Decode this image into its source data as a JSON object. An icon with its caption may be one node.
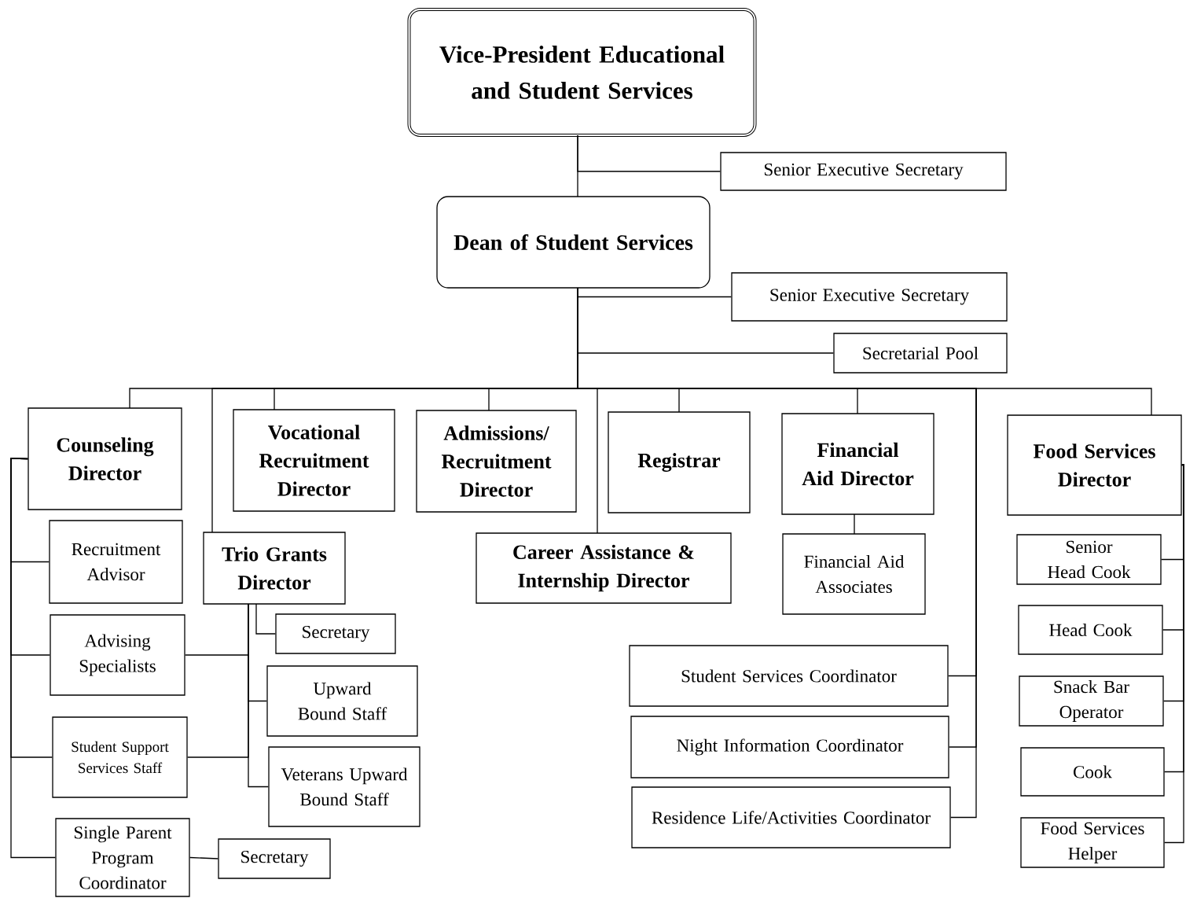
{
  "diagram": {
    "nodes": [
      {
        "text": [
          "Vice-President Educational and Student Services"
        ]
      },
      {
        "text": [
          "Senior Executive Secretary"
        ]
      },
      {
        "text": [
          "Dean of Student Services"
        ]
      },
      {
        "text": [
          "Senior Executive Secretary"
        ]
      },
      {
        "text": [
          "Secretarial Pool"
        ]
      },
      {
        "text": [
          "Counseling Director"
        ]
      },
      {
        "text": [
          "Vocational Recruitment Director"
        ]
      },
      {
        "text": [
          "Admissions/ Recruitment Director"
        ]
      },
      {
        "text": [
          "Registrar"
        ]
      },
      {
        "text": [
          "Financial Aid Director"
        ]
      },
      {
        "text": [
          "Food Services Director"
        ]
      },
      {
        "text": [
          "Recruitment Advisor"
        ]
      },
      {
        "text": [
          "Trio Grants Director"
        ]
      },
      {
        "text": [
          "Career Assistance & Internship Director"
        ]
      },
      {
        "text": [
          "Financial Aid Associates"
        ]
      },
      {
        "text": [
          "Senior Head Cook"
        ]
      },
      {
        "text": [
          "Advising Specialists"
        ]
      },
      {
        "text": [
          "Secretary"
        ]
      },
      {
        "text": [
          "Upward Bound Staff"
        ]
      },
      {
        "text": [
          "Student Services Coordinator"
        ]
      },
      {
        "text": [
          "Head Cook"
        ]
      },
      {
        "text": [
          "Night Information Coordinator"
        ]
      },
      {
        "text": [
          "Snack Bar Operator"
        ]
      },
      {
        "text": [
          "Student Support Services Staff"
        ]
      },
      {
        "text": [
          "Veterans Upward Bound Staff"
        ]
      },
      {
        "text": [
          "Cook"
        ]
      },
      {
        "text": [
          "Residence Life/Activities Coordinator"
        ]
      },
      {
        "text": [
          "Single Parent Program Coordinator"
        ]
      },
      {
        "text": [
          "Secretary"
        ]
      },
      {
        "text": [
          "Food Services Helper"
        ]
      }
    ],
    "edges": [
      {
        "from": 0,
        "to": 1,
        "arrow": "none"
      },
      {
        "from": 0,
        "to": 2,
        "arrow": "none"
      },
      {
        "from": 2,
        "to": 3,
        "arrow": "none"
      },
      {
        "from": 2,
        "to": 4,
        "arrow": "none"
      },
      {
        "from": 2,
        "to": 5,
        "arrow": "none"
      },
      {
        "from": 2,
        "to": 6,
        "arrow": "none"
      },
      {
        "from": 2,
        "to": 7,
        "arrow": "none"
      },
      {
        "from": 2,
        "to": 8,
        "arrow": "none"
      },
      {
        "from": 2,
        "to": 9,
        "arrow": "none"
      },
      {
        "from": 2,
        "to": 10,
        "arrow": "none"
      },
      {
        "from": 2,
        "to": 12,
        "arrow": "none"
      },
      {
        "from": 2,
        "to": 13,
        "arrow": "none"
      },
      {
        "from": 2,
        "to": 19,
        "arrow": "none"
      },
      {
        "from": 2,
        "to": 21,
        "arrow": "none"
      },
      {
        "from": 2,
        "to": 26,
        "arrow": "none"
      },
      {
        "from": 5,
        "to": 11,
        "arrow": "none"
      },
      {
        "from": 5,
        "to": 16,
        "arrow": "none"
      },
      {
        "from": 5,
        "to": 23,
        "arrow": "none"
      },
      {
        "from": 5,
        "to": 27,
        "arrow": "none"
      },
      {
        "from": 12,
        "to": 17,
        "arrow": "none"
      },
      {
        "from": 12,
        "to": 18,
        "arrow": "none"
      },
      {
        "from": 12,
        "to": 24,
        "arrow": "none"
      },
      {
        "from": 12,
        "to": 16,
        "arrow": "none"
      },
      {
        "from": 12,
        "to": 23,
        "arrow": "none"
      },
      {
        "from": 27,
        "to": 28,
        "arrow": "none"
      },
      {
        "from": 9,
        "to": 14,
        "arrow": "none"
      },
      {
        "from": 10,
        "to": 15,
        "arrow": "none"
      },
      {
        "from": 10,
        "to": 20,
        "arrow": "none"
      },
      {
        "from": 10,
        "to": 22,
        "arrow": "none"
      },
      {
        "from": 10,
        "to": 25,
        "arrow": "none"
      },
      {
        "from": 10,
        "to": 29,
        "arrow": "none"
      }
    ]
  }
}
